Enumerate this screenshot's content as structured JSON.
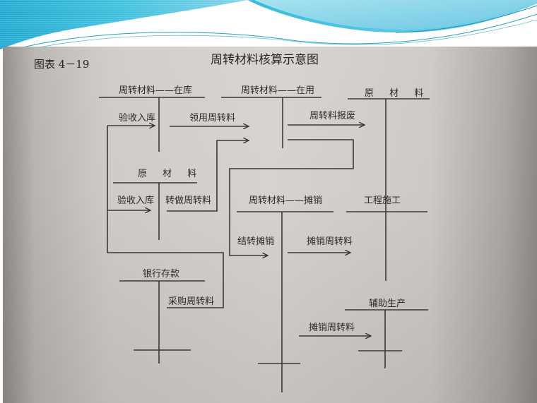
{
  "slide": {
    "banner_colors": {
      "primary": "#1fb6d6",
      "light": "#9fdcea",
      "white": "#ffffff"
    },
    "figure_label": "图表 4－19",
    "title": "周转材料核算示意图"
  },
  "accounts": {
    "zhouzhuan_zaiku": "周转材料——在库",
    "zhouzhuan_zaiyong": "周转材料——在用",
    "yuancailiao_top": "原 材 料",
    "yuancailiao_left": "原 材 料",
    "zhouzhuan_tanxiao": "周转材料——摊销",
    "gongcheng_shigong": "工程施工",
    "yinhang_cunkuan": "银行存款",
    "fuzhu_shengchan": "辅助生产"
  },
  "flows": {
    "yanshou_ruku_1": "验收入库",
    "lingyong_zhouzhuanliao": "领用周转料",
    "zhouzhuanliao_baofei": "周转料报废",
    "yanshou_ruku_2": "验收入库",
    "zhuanzuo_zhouzhuanliao": "转做周转料",
    "jiezhuan_tanxiao": "结转摊销",
    "tanxiao_zhouzhuanliao_1": "摊销周转料",
    "caigou_zhouzhuanliao": "采购周转料",
    "tanxiao_zhouzhuanliao_2": "摊销周转料"
  }
}
